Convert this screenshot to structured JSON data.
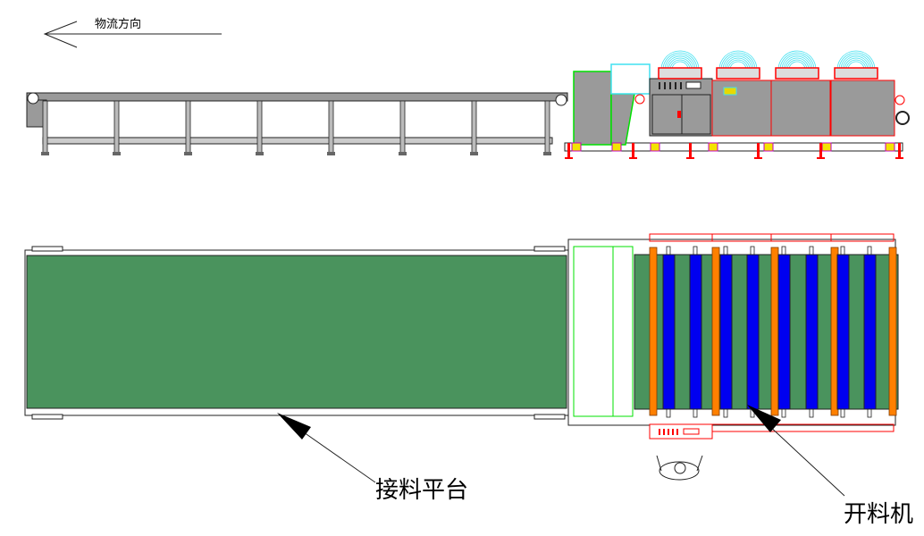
{
  "labels": {
    "flow_direction": "物流方向",
    "receiving_platform": "接料平台",
    "cutting_machine": "开料机"
  },
  "colors": {
    "belt_green": "#4a935d",
    "roller_blue": "#0000f0",
    "bar_orange": "#ff8000",
    "frame_red": "#ff0000",
    "body_gray": "#9a9a9a",
    "hood_cyan": "#40e0f0",
    "hopper_green": "#00e000"
  }
}
